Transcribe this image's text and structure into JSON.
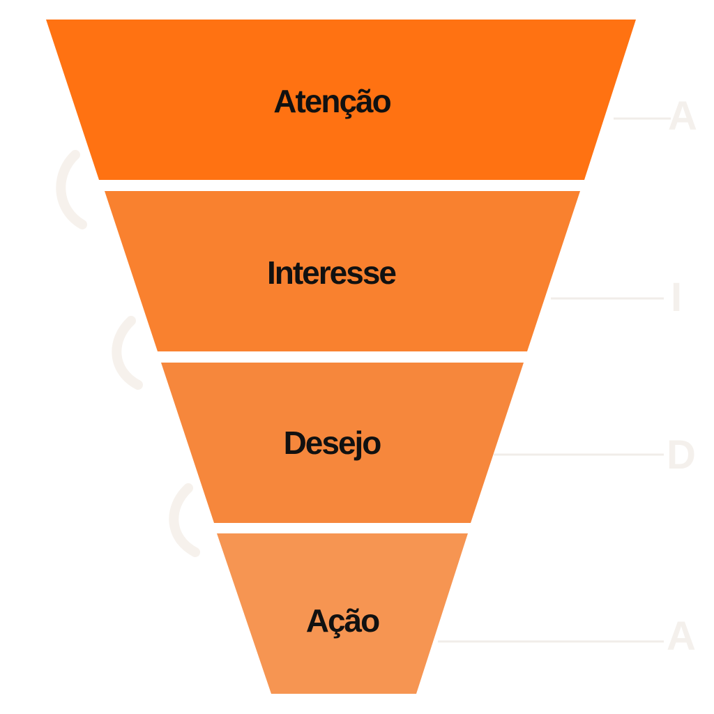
{
  "funnel": {
    "stages": [
      {
        "label": "Atenção",
        "color": "#ff7212"
      },
      {
        "label": "Interesse",
        "color": "#f9812f"
      },
      {
        "label": "Desejo",
        "color": "#f6873c"
      },
      {
        "label": "Ação",
        "color": "#f69552"
      }
    ],
    "side_letters": [
      "A",
      "I",
      "D",
      "A"
    ],
    "side_letter_color": "#f4f0ec"
  }
}
